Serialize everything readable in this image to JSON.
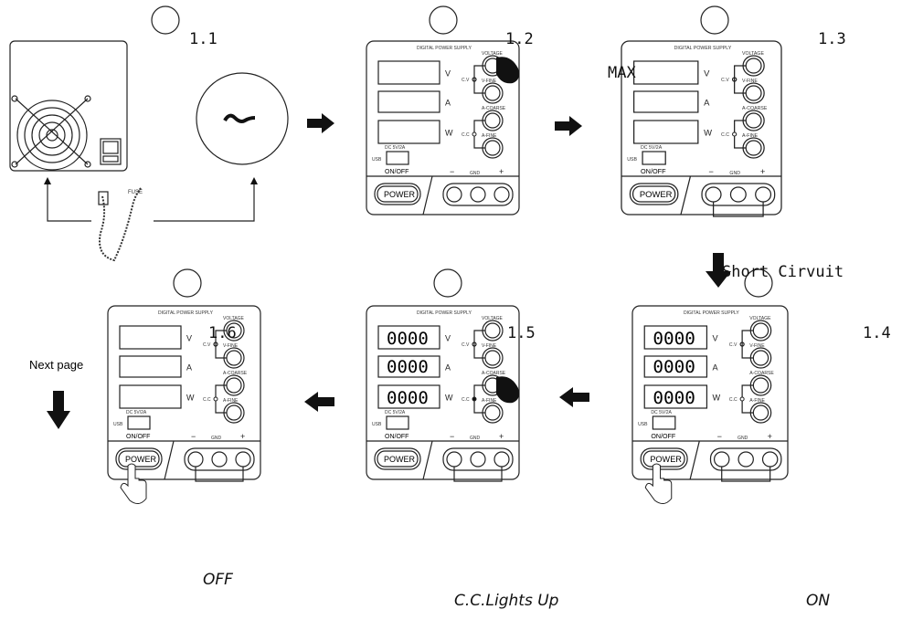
{
  "steps": [
    {
      "id": "1.1",
      "label": "1.1"
    },
    {
      "id": "1.2",
      "label": "1.2",
      "note": "MAX"
    },
    {
      "id": "1.3",
      "label": "1.3",
      "note": "Short Cirvuit"
    },
    {
      "id": "1.4",
      "label": "1.4",
      "caption": "ON",
      "display": "0000"
    },
    {
      "id": "1.5",
      "label": "1.5",
      "caption": "C.C.Lights Up",
      "display": "0000"
    },
    {
      "id": "1.6",
      "label": "1.6",
      "caption": "OFF"
    }
  ],
  "next_page": "Next page",
  "cord_label": "FUSE",
  "panel": {
    "header": "DIGITAL POWER SUPPLY",
    "units": [
      "V",
      "A",
      "W"
    ],
    "cv": "C.V",
    "cc": "C.C",
    "knobs": [
      "VOLTAGE",
      "V-FINE",
      "A-COARSE",
      "A-FINE"
    ],
    "usb": "USB",
    "usb_rating": "DC 5V/2A",
    "onoff": "ON/OFF",
    "power": "POWER",
    "minus": "−",
    "gnd": "GND",
    "plus": "+"
  },
  "icons": [
    "ac-source-icon",
    "right-arrow-icon",
    "down-arrow-icon",
    "left-arrow-icon",
    "hand-icon",
    "power-cord-icon",
    "fan-grille-icon",
    "ac-socket-icon"
  ]
}
